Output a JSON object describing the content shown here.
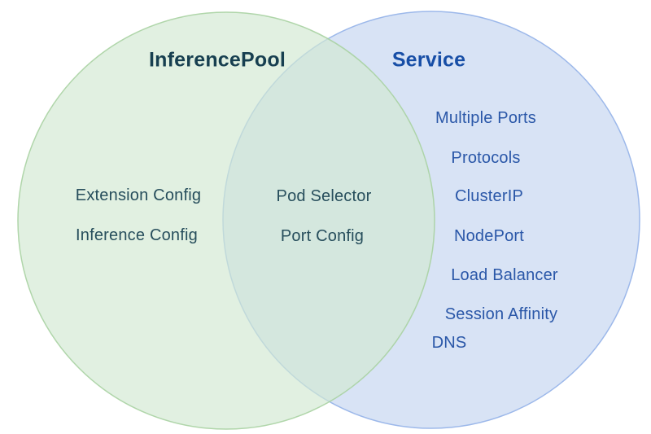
{
  "venn": {
    "left": {
      "title": "InferencePool",
      "items": [
        "Extension Config",
        "Inference Config"
      ]
    },
    "right": {
      "title": "Service",
      "items": [
        "Multiple Ports",
        "Protocols",
        "ClusterIP",
        "NodePort",
        "Load Balancer",
        "Session Affinity",
        "DNS"
      ]
    },
    "intersection": {
      "items": [
        "Pod Selector",
        "Port Config"
      ]
    },
    "colors": {
      "left_fill": "#e3f0e2",
      "right_fill": "#d8e3f5",
      "overlap_fill": "#d5e6dc",
      "left_stroke": "#a9d2a2",
      "right_stroke": "#9cb8ea",
      "left_text": "#274e5c",
      "left_title_text": "#173f50",
      "right_text": "#2a57a8",
      "right_title_text": "#174ea6"
    }
  }
}
